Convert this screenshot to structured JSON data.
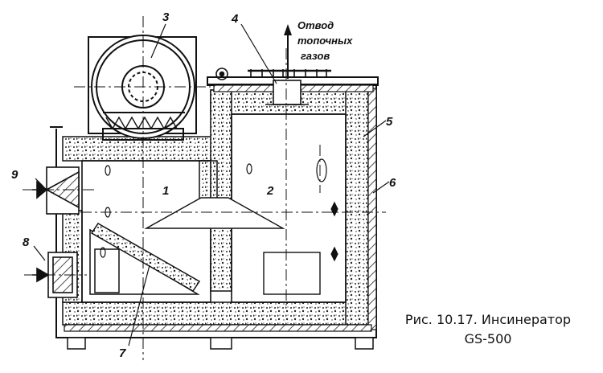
{
  "exhaust_label": {
    "line1": "Отвод",
    "line2": "топочных",
    "line3": "газов"
  },
  "callouts": {
    "n1": "1",
    "n2": "2",
    "n3": "3",
    "n4": "4",
    "n5": "5",
    "n6": "6",
    "n7": "7",
    "n8": "8",
    "n9": "9"
  },
  "caption": {
    "line1": "Рис. 10.17. Инсинератор",
    "line2": "GS-500"
  }
}
